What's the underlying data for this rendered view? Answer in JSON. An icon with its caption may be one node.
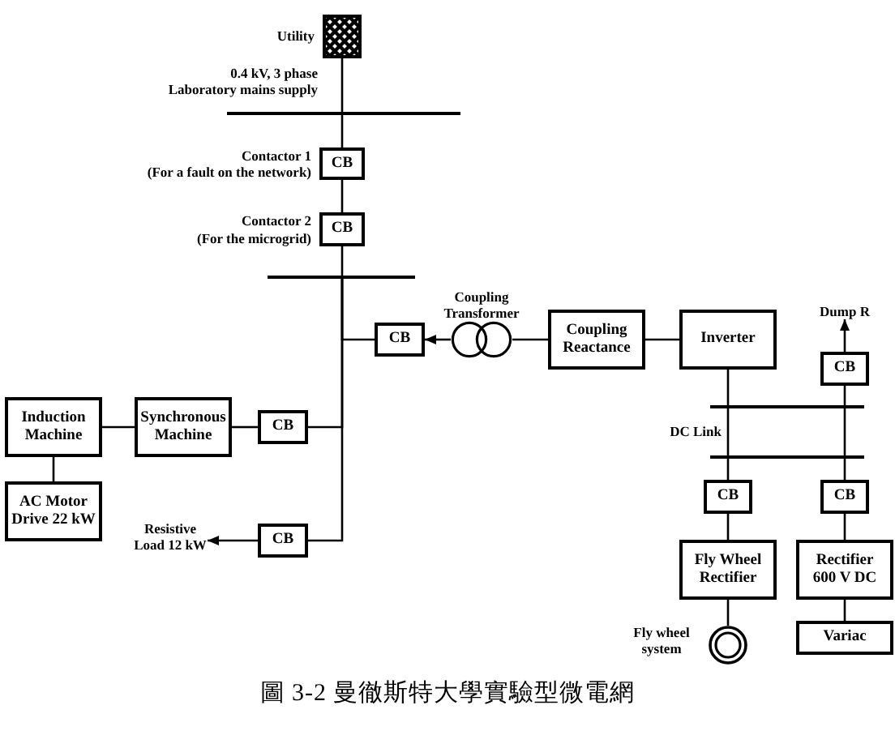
{
  "diagram": {
    "caption": "圖 3-2 曼徹斯特大學實驗型微電網",
    "nodes": [
      {
        "text": [
          "Utility"
        ]
      },
      {
        "text": [],
        "shape": "bar"
      },
      {
        "text": [
          "CB"
        ],
        "beside": [
          "Contactor 1",
          "(For a fault on the network)"
        ]
      },
      {
        "text": [
          "CB"
        ],
        "beside": [
          "Contactor 2",
          "(For the microgrid)"
        ]
      },
      {
        "text": [],
        "shape": "bar"
      },
      {
        "text": [
          "CB"
        ]
      },
      {
        "text": [
          "Coupling Transformer"
        ]
      },
      {
        "text": [
          "Coupling Reactance"
        ]
      },
      {
        "text": [
          "Inverter"
        ]
      },
      {
        "text": [
          "Dump R"
        ]
      },
      {
        "text": [
          "CB"
        ]
      },
      {
        "text": [
          "Induction Machine"
        ]
      },
      {
        "text": [
          "Synchronous Machine"
        ]
      },
      {
        "text": [
          "CB"
        ]
      },
      {
        "text": [
          "DC Link"
        ]
      },
      {
        "text": [
          "AC Motor Drive 22 kW"
        ]
      },
      {
        "text": [
          "CB"
        ]
      },
      {
        "text": [
          "CB"
        ]
      },
      {
        "text": [
          "Resistive Load 12 kW"
        ]
      },
      {
        "text": [
          "CB"
        ]
      },
      {
        "text": [
          "Fly Wheel Rectifier"
        ]
      },
      {
        "text": [
          "Rectifier 600 V DC"
        ]
      },
      {
        "text": [
          "Fly wheel system"
        ]
      },
      {
        "text": [
          "Variac"
        ]
      }
    ],
    "edges": [
      {
        "from": 0,
        "to": 1,
        "arrow": "none"
      },
      {
        "from": 1,
        "to": 2,
        "arrow": "none"
      },
      {
        "from": 2,
        "to": 3,
        "arrow": "none"
      },
      {
        "from": 3,
        "to": 4,
        "arrow": "none"
      },
      {
        "from": 4,
        "to": 5,
        "arrow": "none"
      },
      {
        "from": 4,
        "to": 13,
        "arrow": "none"
      },
      {
        "from": 4,
        "to": 19,
        "arrow": "none"
      },
      {
        "from": 6,
        "to": 5,
        "arrow": "to"
      },
      {
        "from": 7,
        "to": 6,
        "arrow": "none"
      },
      {
        "from": 7,
        "to": 8,
        "arrow": "none"
      },
      {
        "from": 8,
        "to": 14,
        "arrow": "none"
      },
      {
        "from": 10,
        "to": 9,
        "arrow": "to"
      },
      {
        "from": 10,
        "to": 14,
        "arrow": "none"
      },
      {
        "from": 11,
        "to": 12,
        "arrow": "none"
      },
      {
        "from": 12,
        "to": 13,
        "arrow": "none"
      },
      {
        "from": 11,
        "to": 15,
        "arrow": "none"
      },
      {
        "from": 19,
        "to": 18,
        "arrow": "to"
      },
      {
        "from": 14,
        "to": 16,
        "arrow": "none"
      },
      {
        "from": 14,
        "to": 17,
        "arrow": "none"
      },
      {
        "from": 16,
        "to": 20,
        "arrow": "none"
      },
      {
        "from": 20,
        "to": 22,
        "arrow": "none"
      },
      {
        "from": 17,
        "to": 21,
        "arrow": "none"
      },
      {
        "from": 21,
        "to": 23,
        "arrow": "none"
      }
    ],
    "labels": [
      "0.4 kV, 3 phase Laboratory mains supply"
    ]
  }
}
